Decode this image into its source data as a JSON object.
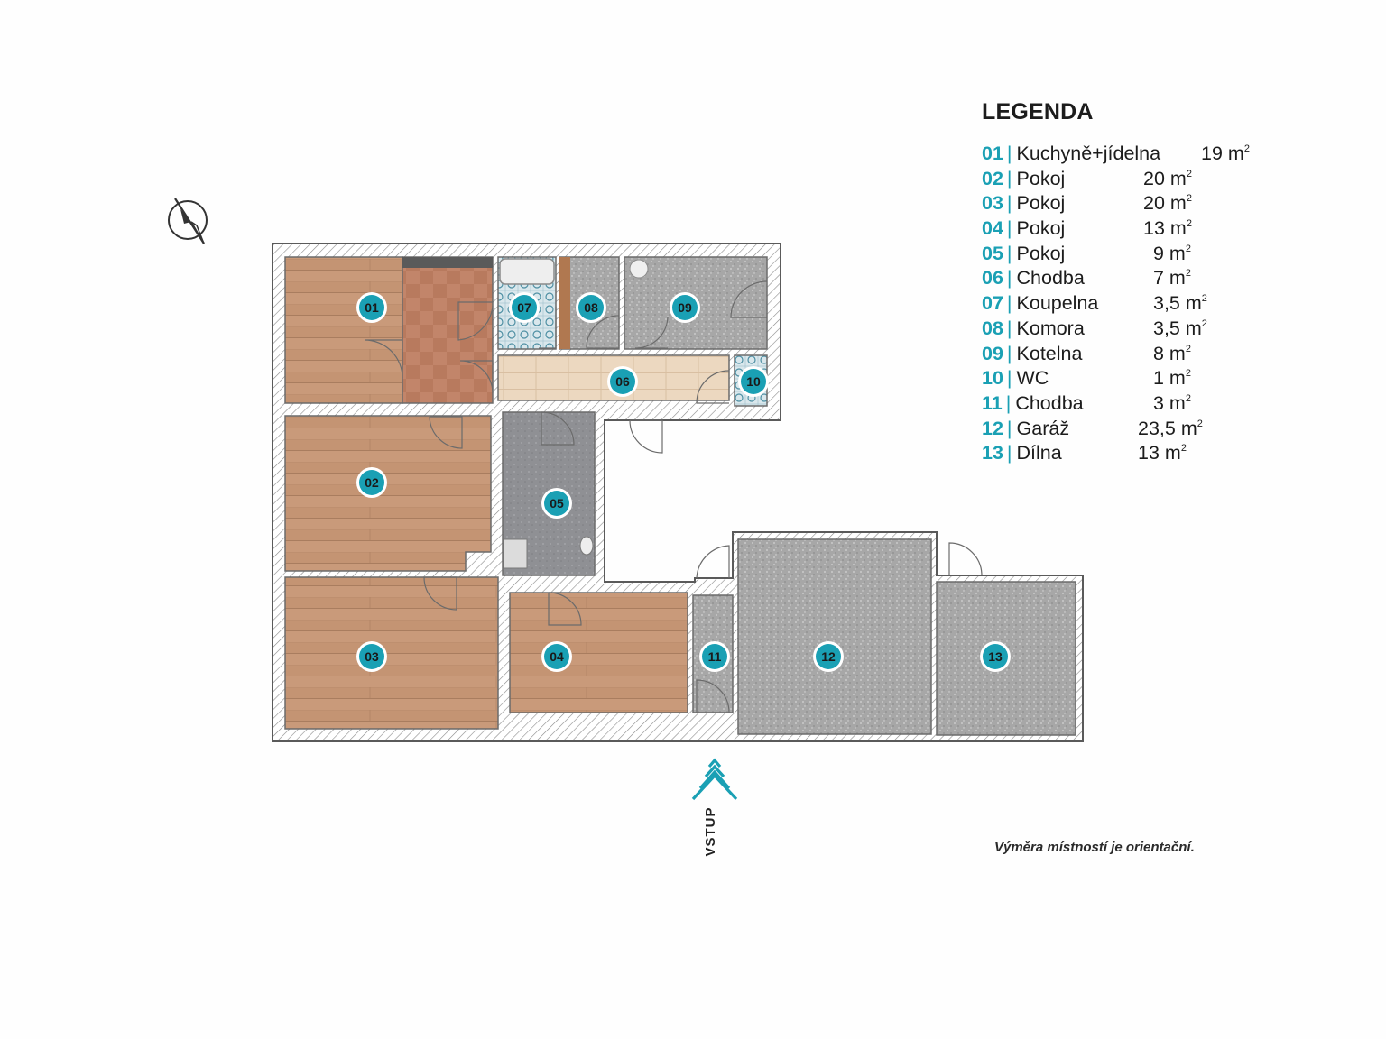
{
  "legend": {
    "title": "LEGENDA",
    "items": [
      {
        "num": "01",
        "name": "Kuchyně+jídelna",
        "area": "19 m",
        "exp": "2"
      },
      {
        "num": "02",
        "name": "Pokoj",
        "area": "20 m",
        "exp": "2"
      },
      {
        "num": "03",
        "name": "Pokoj",
        "area": "20 m",
        "exp": "2"
      },
      {
        "num": "04",
        "name": "Pokoj",
        "area": "13 m",
        "exp": "2"
      },
      {
        "num": "05",
        "name": "Pokoj",
        "area": "9 m",
        "exp": "2"
      },
      {
        "num": "06",
        "name": "Chodba",
        "area": "7 m",
        "exp": "2"
      },
      {
        "num": "07",
        "name": "Koupelna",
        "area": "3,5 m",
        "exp": "2"
      },
      {
        "num": "08",
        "name": "Komora",
        "area": "3,5 m",
        "exp": "2"
      },
      {
        "num": "09",
        "name": "Kotelna",
        "area": "8 m",
        "exp": "2"
      },
      {
        "num": "10",
        "name": "WC",
        "area": "1 m",
        "exp": "2"
      },
      {
        "num": "11",
        "name": "Chodba",
        "area": "3 m",
        "exp": "2"
      },
      {
        "num": "12",
        "name": "Garáž",
        "area": "23,5 m",
        "exp": "2"
      },
      {
        "num": "13",
        "name": "Dílna",
        "area": "13 m",
        "exp": "2"
      }
    ]
  },
  "entrance_label": "VSTUP",
  "note": "Výměra místností je orientační.",
  "markers": [
    "01",
    "02",
    "03",
    "04",
    "05",
    "06",
    "07",
    "08",
    "09",
    "10",
    "11",
    "12",
    "13"
  ],
  "colors": {
    "accent": "#1aa0b4",
    "wood": "#c49473",
    "tile": "#b87a5e",
    "stone": "#a9a9a9",
    "dark_stone": "#8f9094",
    "light_wood": "#ecd8c0",
    "bath_tile": "#bcd3dc"
  },
  "icons": [
    "north-arrow-icon",
    "entrance-arrow-icon"
  ]
}
